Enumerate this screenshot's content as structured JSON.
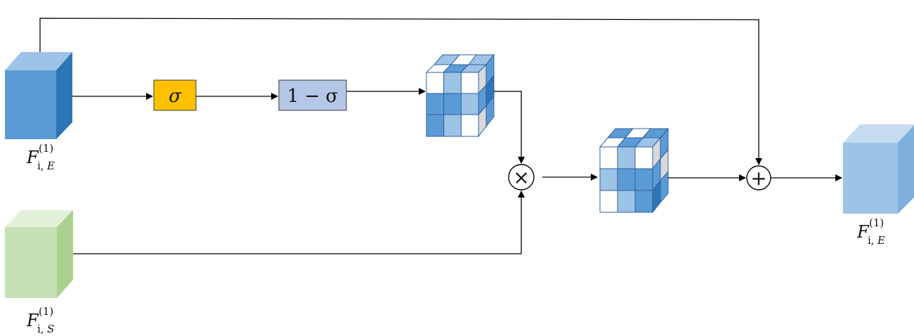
{
  "labels": {
    "input_e": {
      "main": "F",
      "sup": "(1)",
      "sub_upright": "i,",
      "sub_italic": "E"
    },
    "input_s": {
      "main": "F",
      "sup": "(1)",
      "sub_upright": "i,",
      "sub_italic": "S"
    },
    "output_e": {
      "main": "F",
      "sup": "(1)",
      "sub_upright": "i,",
      "sub_italic": "E"
    }
  },
  "boxes": {
    "sigma": "σ",
    "one_minus_sigma": "1 − σ"
  },
  "operators": {
    "multiply": "×",
    "add": "+"
  },
  "colors": {
    "blue_front": "#5b9bd5",
    "blue_top": "#9dc3e6",
    "blue_side": "#2e75b6",
    "green_front": "#c5e0b4",
    "green_top": "#e2f0d9",
    "green_side": "#a9d18e",
    "light_blue_front": "#9dc3e6",
    "light_blue_top": "#c5dcf0",
    "light_blue_side": "#7fb0dd",
    "sigma_fill": "#ffc000",
    "one_minus_fill": "#b4c7e7"
  }
}
